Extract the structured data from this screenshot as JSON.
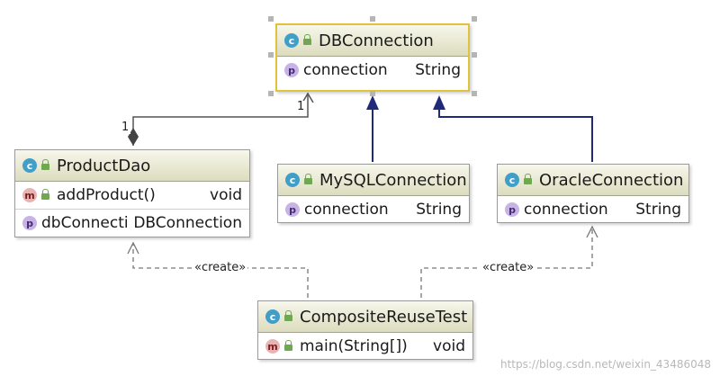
{
  "colors": {
    "inheritance": "#1f2a7a",
    "association": "#555555",
    "dependency": "#777777",
    "selection": "#e0c33a",
    "header": "#e8e8d0"
  },
  "classes": {
    "db_connection": {
      "name": "DBConnection",
      "icon": "class-icon",
      "fields": [
        {
          "name": "connection",
          "type": "String"
        }
      ]
    },
    "product_dao": {
      "name": "ProductDao",
      "icon": "class-icon",
      "methods": [
        {
          "name": "addProduct()",
          "type": "void"
        }
      ],
      "fields": [
        {
          "name": "dbConnection",
          "type": "DBConnection"
        }
      ]
    },
    "mysql_connection": {
      "name": "MySQLConnection",
      "icon": "class-icon",
      "fields": [
        {
          "name": "connection",
          "type": "String"
        }
      ]
    },
    "oracle_connection": {
      "name": "OracleConnection",
      "icon": "class-icon",
      "fields": [
        {
          "name": "connection",
          "type": "String"
        }
      ]
    },
    "composite_reuse_test": {
      "name": "CompositeReuseTest",
      "icon": "class-icon",
      "methods": [
        {
          "name": "main(String[])",
          "type": "void"
        }
      ]
    }
  },
  "relations": {
    "composition_multiplicity_source": "1",
    "composition_multiplicity_target": "1",
    "create_label_left": "«create»",
    "create_label_right": "«create»"
  },
  "watermark": "https://blog.csdn.net/weixin_43486048"
}
